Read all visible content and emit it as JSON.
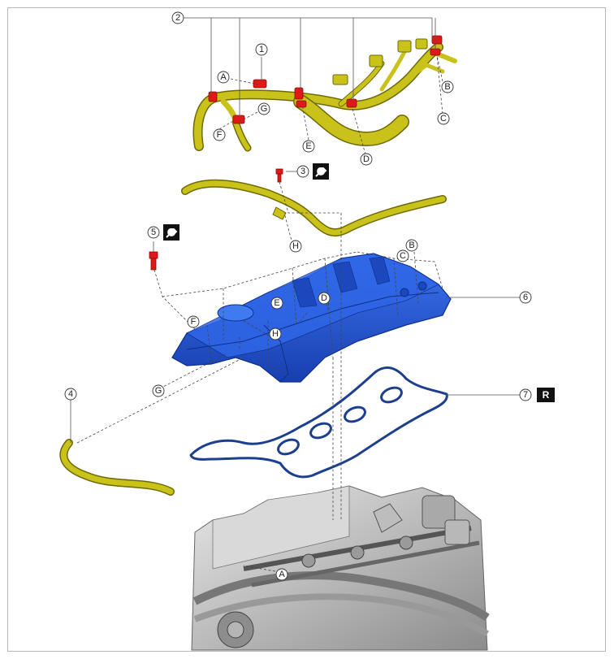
{
  "callouts": {
    "c1": "1",
    "c2": "2",
    "c3": "3",
    "c4": "4",
    "c5": "5",
    "c6": "6",
    "c7": "7",
    "hA": "A",
    "hB": "B",
    "hC": "C",
    "hD": "D",
    "hE": "E",
    "hF": "F",
    "hG": "G",
    "hH": "H",
    "cB": "B",
    "cC": "C",
    "cD": "D",
    "cE": "E",
    "cF": "F",
    "cG": "G",
    "cH": "H",
    "eA": "A"
  },
  "badges": {
    "replace": "R"
  },
  "icons": {
    "torque": "wrench-icon"
  },
  "colors": {
    "harness": "#c9c21a",
    "harness_dark": "#6f6a06",
    "clip": "#e01818",
    "cover": "#1f55d6",
    "cover_dark": "#0d2f8a",
    "gasket": "#1d3f8f",
    "engine": "#c4c4c4"
  }
}
